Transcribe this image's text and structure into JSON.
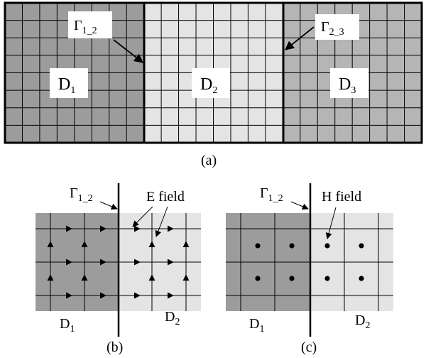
{
  "colors": {
    "dark": "#9c9c9c",
    "medium": "#b5b5b5",
    "light": "#e4e4e4",
    "line": "#000000",
    "label_bg": "#ffffff"
  },
  "panel_a": {
    "caption": "(a)",
    "domains": [
      {
        "name": "D",
        "sub": "1"
      },
      {
        "name": "D",
        "sub": "2"
      },
      {
        "name": "D",
        "sub": "3"
      }
    ],
    "interfaces": [
      {
        "name": "Γ",
        "sub": "1_2"
      },
      {
        "name": "Γ",
        "sub": "2_3"
      }
    ]
  },
  "panel_b": {
    "caption": "(b)",
    "interface": {
      "name": "Γ",
      "sub": "1_2"
    },
    "field_label": "E field",
    "domains": [
      {
        "name": "D",
        "sub": "1"
      },
      {
        "name": "D",
        "sub": "2"
      }
    ]
  },
  "panel_c": {
    "caption": "(c)",
    "interface": {
      "name": "Γ",
      "sub": "1_2"
    },
    "field_label": "H field",
    "domains": [
      {
        "name": "D",
        "sub": "1"
      },
      {
        "name": "D",
        "sub": "2"
      }
    ]
  }
}
